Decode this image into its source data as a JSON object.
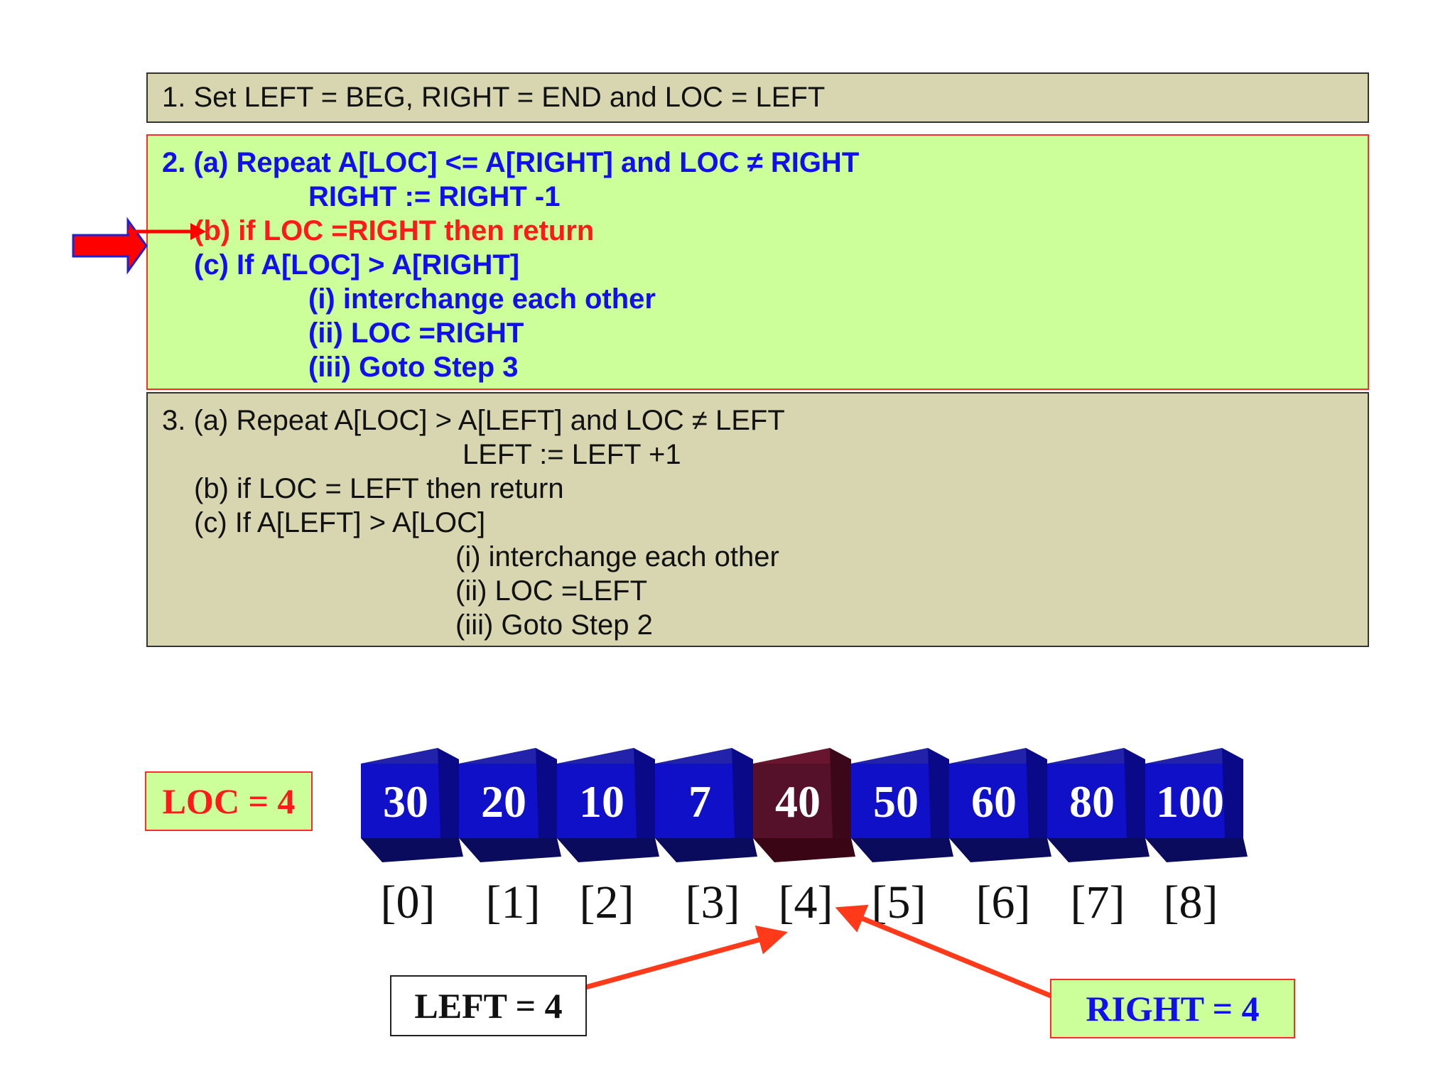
{
  "steps": {
    "step1": [
      "1. Set LEFT = BEG, RIGHT = END and LOC = LEFT"
    ],
    "step2": [
      "2. (a) Repeat A[LOC] <= A[RIGHT] and LOC ≠ RIGHT",
      "RIGHT := RIGHT -1",
      "(b) if LOC =RIGHT then return",
      "(c) If A[LOC] > A[RIGHT]",
      "(i) interchange each other",
      "(ii) LOC =RIGHT",
      "(iii) Goto Step 3"
    ],
    "step3": [
      "3. (a) Repeat A[LOC] > A[LEFT] and LOC ≠ LEFT",
      "LEFT := LEFT +1",
      "(b) if LOC = LEFT then return",
      "(c) If A[LEFT] > A[LOC]",
      "(i) interchange each other",
      "(ii) LOC =LEFT",
      "(iii) Goto Step 2"
    ]
  },
  "array": {
    "values": [
      "30",
      "20",
      "10",
      "7",
      "40",
      "50",
      "60",
      "80",
      "100"
    ],
    "indices": [
      "[0]",
      "[1]",
      "[2]",
      "[3]",
      "[4]",
      "[5]",
      "[6]",
      "[7]",
      "[8]"
    ],
    "highlight_index": 4
  },
  "labels": {
    "loc": "LOC = 4",
    "left": "LEFT = 4",
    "right": "RIGHT = 4"
  },
  "colors": {
    "cell_front": "#1010c8",
    "cell_top": "#2222aa",
    "cell_side": "#0a0a88",
    "cell_bottom": "#0b0b5e",
    "highlight_front": "#55102a",
    "highlight_top": "#6a1530",
    "highlight_side": "#3a0818",
    "highlight_bottom": "#3a0615",
    "pointer": "#ff3a1a",
    "marker_arrow": "#ff0000",
    "marker_outline": "#2222cc"
  }
}
